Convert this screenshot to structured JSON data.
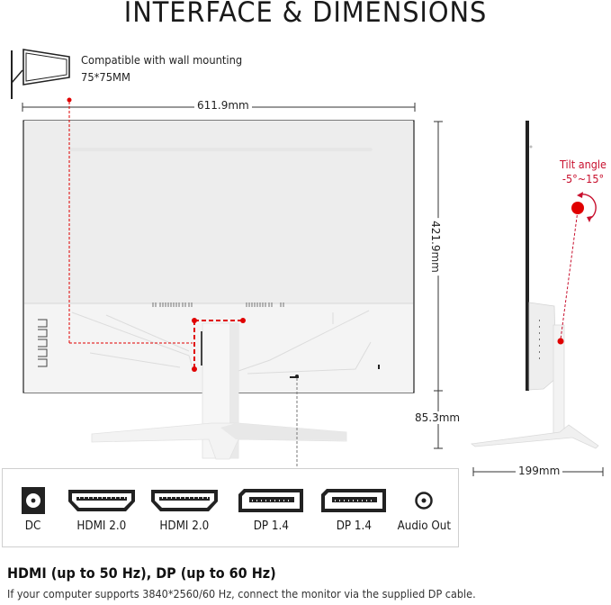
{
  "title": "INTERFACE & DIMENSIONS",
  "wall_mount": {
    "line1": "Compatible with wall mounting",
    "line2": "75*75MM",
    "icon": "wall-mount-monitor-icon"
  },
  "dimensions": {
    "width": "611.9mm",
    "height": "421.9mm",
    "stand_height": "85.3mm",
    "depth": "199mm"
  },
  "tilt": {
    "label": "Tilt angle",
    "range": "-5°~15°",
    "color": "#e00000"
  },
  "ports": [
    {
      "label": "DC",
      "icon": "dc-power-port-icon"
    },
    {
      "label": "HDMI 2.0",
      "icon": "hdmi-port-icon"
    },
    {
      "label": "HDMI 2.0",
      "icon": "hdmi-port-icon"
    },
    {
      "label": "DP 1.4",
      "icon": "displayport-port-icon"
    },
    {
      "label": "DP 1.4",
      "icon": "displayport-port-icon"
    },
    {
      "label": "Audio Out",
      "icon": "audio-out-port-icon"
    }
  ],
  "note": {
    "heading": "HDMI (up to 50 Hz), DP (up to 60 Hz)",
    "body": "If your computer supports 3840*2560/60 Hz, connect the monitor via the supplied DP cable."
  },
  "colors": {
    "accent_red": "#e00000",
    "panel": "#f0f0f0",
    "text": "#1a1a1a"
  }
}
